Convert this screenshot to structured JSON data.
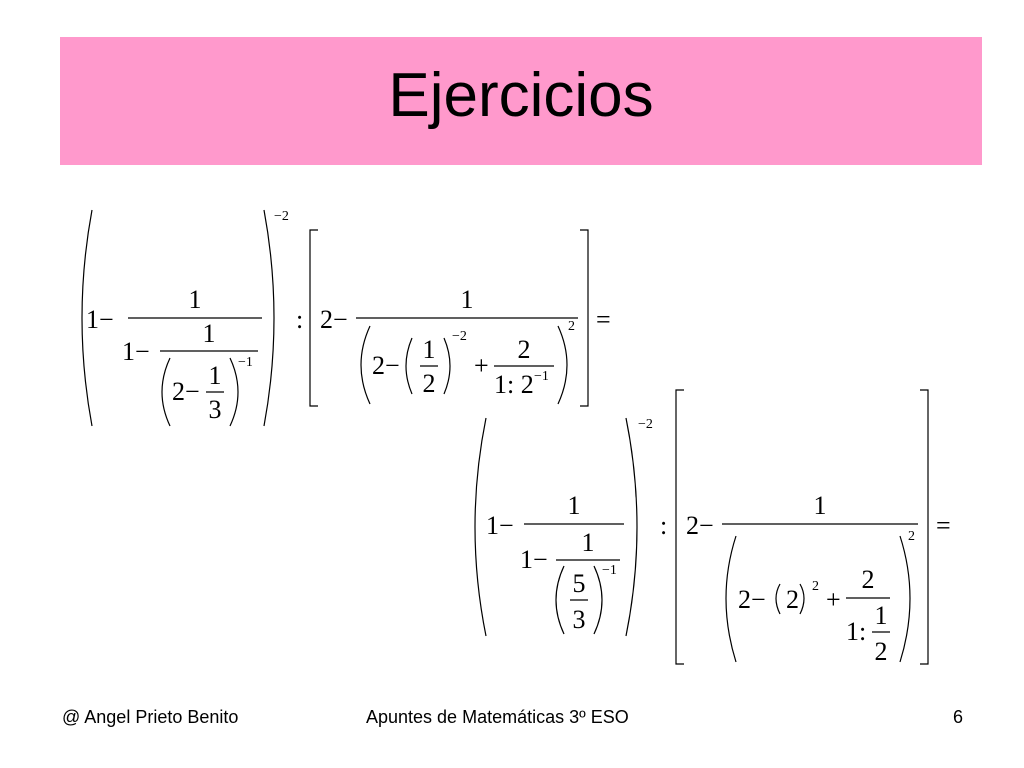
{
  "slide": {
    "title": "Ejercicios",
    "background_color": "#ffffff",
    "title_band_color": "#ff99cc"
  },
  "math": {
    "one": "1",
    "two": "2",
    "three": "3",
    "five": "5",
    "minus": "−",
    "plus": "+",
    "colon": ":",
    "equals": "=",
    "exp_neg2": "−2",
    "exp_neg1": "−1",
    "exp_2": "2",
    "one_minus": "1−",
    "two_minus": "2−",
    "two_colon": ": 2−",
    "one_colon": "1:",
    "one_colon_two": "1: 2"
  },
  "footer": {
    "author": "@ Angel Prieto Benito",
    "course": "Apuntes de Matemáticas 3º ESO",
    "page_number": "6"
  }
}
